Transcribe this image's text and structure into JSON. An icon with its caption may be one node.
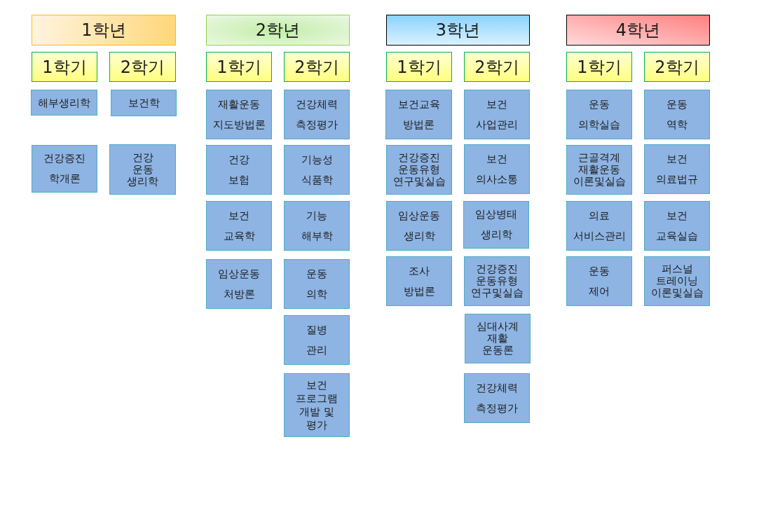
{
  "diagram": {
    "nodes": [
      {
        "text": [
          "1학년"
        ]
      },
      {
        "text": [
          "1학기"
        ]
      },
      {
        "text": [
          "2학기"
        ]
      },
      {
        "text": [
          "해부생리학"
        ]
      },
      {
        "text": [
          "건강증진 학개론"
        ]
      },
      {
        "text": [
          "보건학"
        ]
      },
      {
        "text": [
          "건강 운동 생리학"
        ]
      },
      {
        "text": [
          "2학년"
        ]
      },
      {
        "text": [
          "1학기"
        ]
      },
      {
        "text": [
          "2학기"
        ]
      },
      {
        "text": [
          "재활운동 지도방법론"
        ]
      },
      {
        "text": [
          "건강 보험"
        ]
      },
      {
        "text": [
          "보건 교육학"
        ]
      },
      {
        "text": [
          "임상운동 처방론"
        ]
      },
      {
        "text": [
          "건강체력 측정평가"
        ]
      },
      {
        "text": [
          "기능성 식품학"
        ]
      },
      {
        "text": [
          "기능 해부학"
        ]
      },
      {
        "text": [
          "운동 의학"
        ]
      },
      {
        "text": [
          "질병 관리"
        ]
      },
      {
        "text": [
          "보건 프로그램 개발 및 평가"
        ]
      },
      {
        "text": [
          "3학년"
        ]
      },
      {
        "text": [
          "1학기"
        ]
      },
      {
        "text": [
          "2학기"
        ]
      },
      {
        "text": [
          "보건교육 방법론"
        ]
      },
      {
        "text": [
          "건강증진 운동유형 연구및실습"
        ]
      },
      {
        "text": [
          "임상운동 생리학"
        ]
      },
      {
        "text": [
          "조사 방법론"
        ]
      },
      {
        "text": [
          "보건 사업관리"
        ]
      },
      {
        "text": [
          "보건 의사소통"
        ]
      },
      {
        "text": [
          "임상병태 생리학"
        ]
      },
      {
        "text": [
          "건강증진 운동유형 연구및실습"
        ]
      },
      {
        "text": [
          "심대사계 재활 운동론"
        ]
      },
      {
        "text": [
          "건강체력 측정평가"
        ]
      },
      {
        "text": [
          "4학년"
        ]
      },
      {
        "text": [
          "1학기"
        ]
      },
      {
        "text": [
          "2학기"
        ]
      },
      {
        "text": [
          "운동 의학실습"
        ]
      },
      {
        "text": [
          "근골격계 재활운동 이론및실습"
        ]
      },
      {
        "text": [
          "의료 서비스관리"
        ]
      },
      {
        "text": [
          "운동 제어"
        ]
      },
      {
        "text": [
          "운동 역학"
        ]
      },
      {
        "text": [
          "보건 의료법규"
        ]
      },
      {
        "text": [
          "보건 교육실습"
        ]
      },
      {
        "text": [
          "퍼스널 트레이닝 이론및실습"
        ]
      }
    ]
  }
}
